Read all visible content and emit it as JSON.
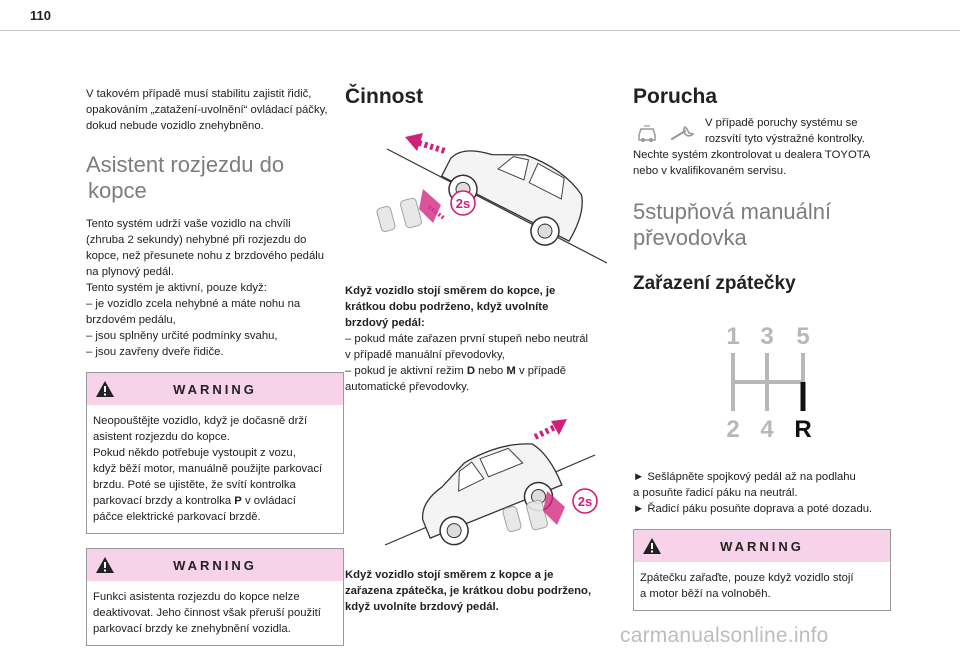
{
  "page": {
    "number": "110"
  },
  "col1": {
    "intro": [
      "V takovém případě musí stabilitu zajistit řidič,",
      "opakováním „zatažení-uvolnění“ ovládací páčky,",
      "dokud nebude vozidlo znehybněno."
    ],
    "section_title_line1": "Asistent rozjezdu do",
    "section_title_line2": "kopce",
    "body": [
      "Tento systém udrží vaše vozidlo na chvíli",
      "(zhruba 2 sekundy) nehybné při rozjezdu do",
      "kopce, než přesunete nohu z brzdového pedálu",
      "na plynový pedál.",
      "Tento systém je aktivní, pouze když:",
      "–  je vozidlo zcela nehybné a máte nohu na",
      "brzdovém pedálu,",
      "–  jsou splněny určité podmínky svahu,",
      "–  jsou zavřeny dveře řidiče."
    ],
    "warning1": {
      "title": "WARNING",
      "lines_a": [
        "Neopouštějte vozidlo, když je dočasně drží",
        "asistent rozjezdu do kopce.",
        "Pokud někdo potřebuje vystoupit z vozu,",
        "když běží motor, manuálně použijte parkovací",
        "brzdu. Poté se ujistěte, že svítí kontrolka"
      ],
      "line_p_before": "parkovací brzdy a kontrolka ",
      "line_p_bold": "P",
      "line_p_after": " v ovládací",
      "line_last": "páčce elektrické parkovací brzdě."
    },
    "warning2": {
      "title": "WARNING",
      "lines": [
        "Funkci asistenta rozjezdu do kopce nelze",
        "deaktivovat. Jeho činnost však přeruší použití",
        "parkovací brzdy ke znehybnění vozidla."
      ]
    }
  },
  "col2": {
    "title": "Činnost",
    "badge1": "2s",
    "caption1_bold": [
      "Když vozidlo stojí směrem do kopce, je",
      "krátkou dobu podrženo, když uvolníte",
      "brzdový pedál:"
    ],
    "caption1_lines": [
      "–  pokud máte zařazen první stupeň nebo neutrál",
      "v případě manuální převodovky,"
    ],
    "caption1_dm": {
      "before": "–  pokud je aktivní režim ",
      "d": "D",
      "mid": " nebo ",
      "m": "M",
      "after": " v případě"
    },
    "caption1_last": "automatické převodovky.",
    "badge2": "2s",
    "caption2_bold": [
      "Když vozidlo stojí směrem z kopce a je",
      "zařazena zpátečka, je krátkou dobu podrženo,",
      "když uvolníte brzdový pedál."
    ]
  },
  "col3": {
    "title": "Porucha",
    "fault_lines": [
      "V případě poruchy systému se",
      "rozsvítí tyto výstražné kontrolky.",
      "Nechte systém zkontrolovat u dealera TOYOTA",
      "nebo v kvalifikovaném servisu."
    ],
    "section_title_line1": "5stupňová manuální",
    "section_title_line2": "převodovka",
    "subtitle": "Zařazení zpátečky",
    "gear_labels": {
      "g1": "1",
      "g3": "3",
      "g5": "5",
      "g2": "2",
      "g4": "4",
      "gr": "R"
    },
    "steps": [
      "►  Sešlápněte spojkový pedál až na podlahu",
      "a posuňte řadicí páku na neutrál.",
      "►  Řadicí páku posuňte doprava a poté dozadu."
    ],
    "warning": {
      "title": "WARNING",
      "lines": [
        "Zpátečku zařaďte, pouze když vozidlo stojí",
        "a motor běží na volnoběh."
      ]
    }
  },
  "watermark": "carmanualsonline.info",
  "colors": {
    "warning_bg": "#f7d3ea",
    "section_title": "#7d7d7d",
    "accent_pink": "#d0207a"
  }
}
